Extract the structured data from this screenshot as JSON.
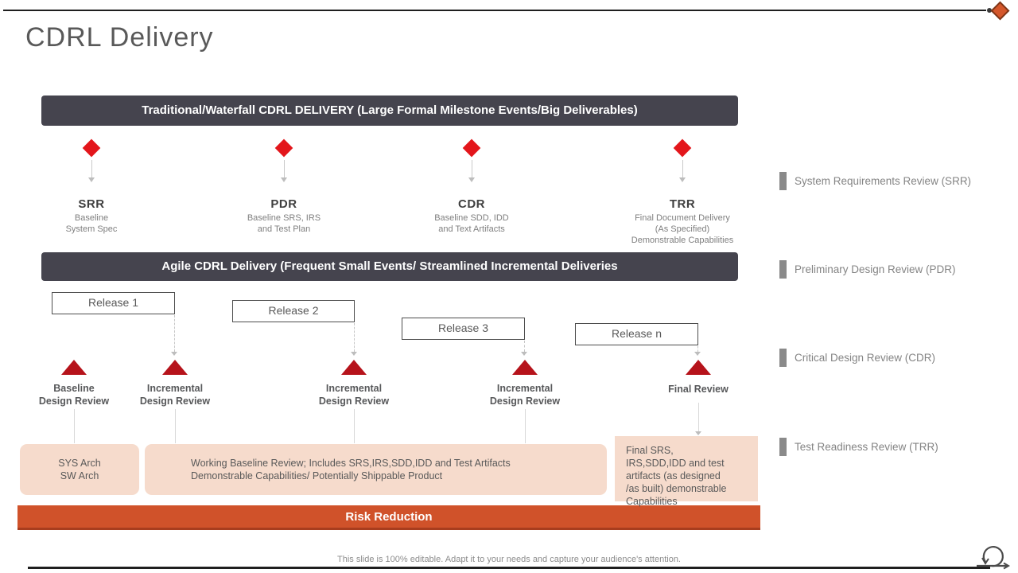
{
  "slide": {
    "title": "CDRL Delivery",
    "footer": "This slide is 100% editable. Adapt it to your needs and capture your audience's attention."
  },
  "waterfall": {
    "header": "Traditional/Waterfall CDRL DELIVERY (Large Formal Milestone Events/Big Deliverables)",
    "milestones": [
      {
        "abbr": "SRR",
        "desc": "Baseline\nSystem Spec"
      },
      {
        "abbr": "PDR",
        "desc": "Baseline SRS, IRS\nand Test Plan"
      },
      {
        "abbr": "CDR",
        "desc": "Baseline SDD, IDD\nand Text Artifacts"
      },
      {
        "abbr": "TRR",
        "desc": "Final Document Delivery\n(As Specified)\nDemonstrable Capabilities"
      }
    ]
  },
  "agile": {
    "header": "Agile CDRL Delivery (Frequent Small Events/ Streamlined Incremental Deliveries",
    "releases": [
      "Release 1",
      "Release 2",
      "Release 3",
      "Release n"
    ],
    "reviews": [
      "Baseline\nDesign Review",
      "Incremental\nDesign Review",
      "Incremental\nDesign Review",
      "Incremental\nDesign Review",
      "Final Review"
    ],
    "deliverables": [
      "SYS Arch\nSW Arch",
      "Working Baseline Review; Includes SRS,IRS,SDD,IDD and Test Artifacts\nDemonstrable Capabilities/ Potentially Shippable Product",
      "Final SRS,\nIRS,SDD,IDD and test\nartifacts (as designed\n/as built) demonstrable\nCapabilities"
    ],
    "risk_label": "Risk Reduction"
  },
  "legend": [
    "System Requirements Review (SRR)",
    "Preliminary Design Review (PDR)",
    "Critical Design Review (CDR)",
    "Test Readiness Review (TRR)"
  ],
  "colors": {
    "slate_bar": "#45444e",
    "milestone_red": "#e3161b",
    "triangle_red": "#b6131b",
    "risk_orange": "#d0522a",
    "peach_box": "#f6dbcc",
    "title_gray": "#595959",
    "legend_gray": "#848484"
  }
}
